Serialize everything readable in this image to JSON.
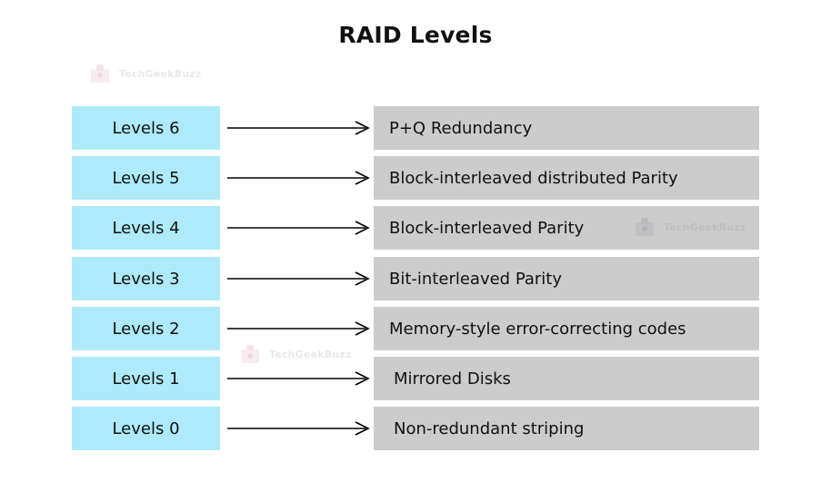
{
  "title": "RAID Levels",
  "watermark_text": "TechGeekBuzz",
  "colors": {
    "level_box": "#aeeaf9",
    "desc_box": "#cccccc",
    "arrow": "#000000",
    "text": "#111111"
  },
  "rows": [
    {
      "level": "Levels 6",
      "description": "P+Q Redundancy"
    },
    {
      "level": "Levels 5",
      "description": "Block-interleaved distributed Parity"
    },
    {
      "level": "Levels 4",
      "description": "Block-interleaved Parity"
    },
    {
      "level": "Levels 3",
      "description": "Bit-interleaved Parity"
    },
    {
      "level": "Levels 2",
      "description": "Memory-style error-correcting codes"
    },
    {
      "level": "Levels 1",
      "description": "Mirrored Disks"
    },
    {
      "level": "Levels 0",
      "description": "Non-redundant striping"
    }
  ]
}
